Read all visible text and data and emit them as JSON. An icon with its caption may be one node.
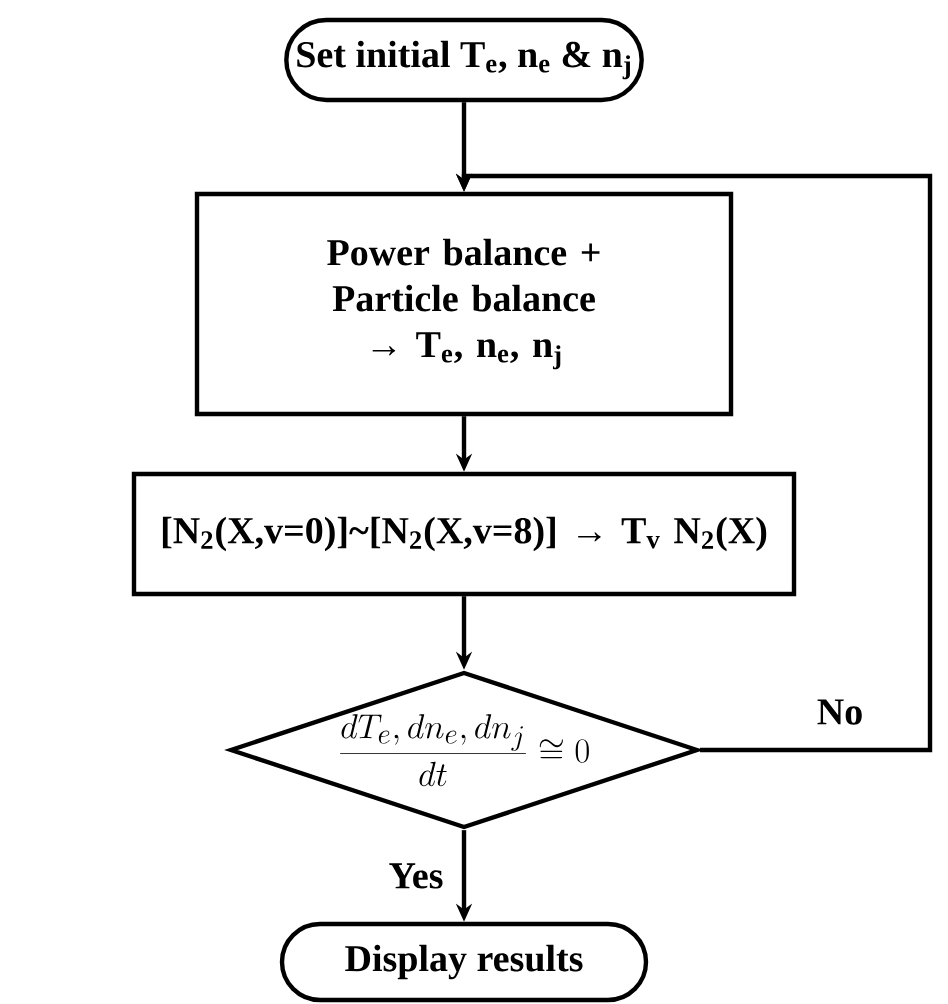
{
  "diagram": {
    "nodes": [
      {
        "text": [
          "Set initial T$_{e}$, n$_{e}$ & n$_{j}$"
        ]
      },
      {
        "text": [
          "Power balance + Particle balance → T$_{e}$, n$_{e}$, n$_{j}$"
        ]
      },
      {
        "text": [
          "[N$_{2}$(X,v=0)]~[N$_{2}$(X,v=8)] → T$_{v}$ N$_{2}$(X)"
        ]
      },
      {
        "text": [
          "\\frac{dT_e, dn_e, dn_j}{dt} \\cong 0"
        ]
      },
      {
        "text": [
          "Display results"
        ]
      }
    ],
    "edges": [
      {
        "from": 0,
        "to": 1,
        "arrow": "to"
      },
      {
        "from": 1,
        "to": 2,
        "arrow": "to"
      },
      {
        "from": 2,
        "to": 3,
        "arrow": "to"
      },
      {
        "from": 3,
        "to": 4,
        "arrow": "to",
        "label": "Yes"
      },
      {
        "from": 3,
        "to": 1,
        "arrow": "to",
        "label": "No"
      }
    ]
  }
}
